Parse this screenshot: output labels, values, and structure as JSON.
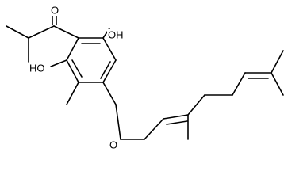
{
  "diagram": {
    "atom_labels": {
      "carbonyl_oxygen": "O",
      "hydroxyl_top": "OH",
      "hydroxyl_left": "HO",
      "ether_oxygen": "O"
    }
  }
}
